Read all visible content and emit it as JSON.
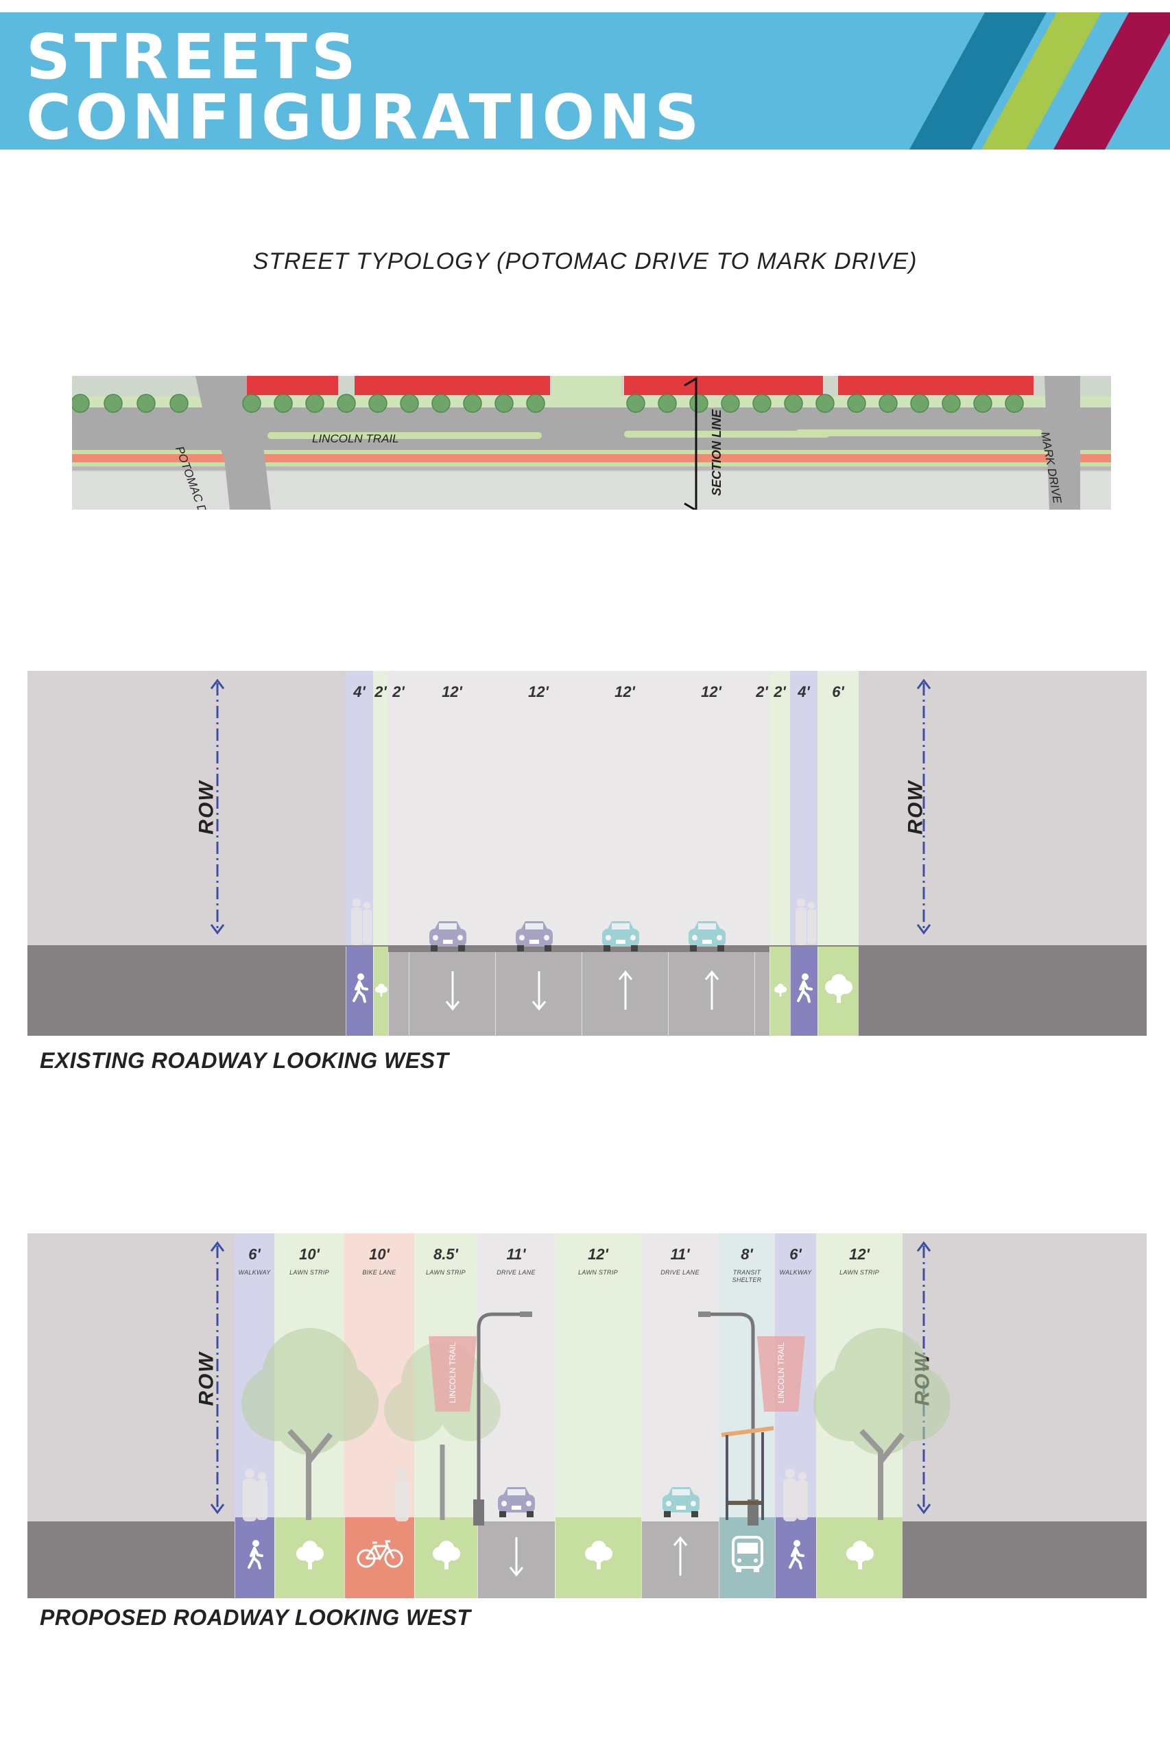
{
  "header": {
    "title_line1": "STREETS",
    "title_line2": "CONFIGURATIONS",
    "stripe_colors": [
      "#1a7fa3",
      "#a7c84a",
      "#a3114a"
    ]
  },
  "typology": {
    "title": "STREET TYPOLOGY (POTOMAC DRIVE TO MARK DRIVE)"
  },
  "plan": {
    "labels": {
      "lincoln_trail": "LINCOLN TRAIL",
      "potomac_drive": "POTOMAC DRIVE",
      "mark_drive": "MARK DRIVE",
      "section_line": "SECTION LINE"
    },
    "building_color": "#e23a3e",
    "tree_color": "#6fa56b"
  },
  "existing": {
    "row_label": "ROW",
    "caption": "EXISTING ROADWAY LOOKING WEST",
    "columns": [
      {
        "dim": "4'",
        "type": "walkway",
        "icon": "pedestrian-icon"
      },
      {
        "dim": "2'",
        "type": "lawn",
        "icon": "tree-icon"
      },
      {
        "dim": "2'",
        "type": "curb",
        "icon": ""
      },
      {
        "dim": "12'",
        "type": "drive",
        "icon": "arrow-down-icon"
      },
      {
        "dim": "12'",
        "type": "drive",
        "icon": "arrow-down-icon"
      },
      {
        "dim": "12'",
        "type": "drive",
        "icon": "arrow-up-icon"
      },
      {
        "dim": "12'",
        "type": "drive",
        "icon": "arrow-up-icon"
      },
      {
        "dim": "2'",
        "type": "curb",
        "icon": ""
      },
      {
        "dim": "2'",
        "type": "lawn",
        "icon": "tree-icon"
      },
      {
        "dim": "4'",
        "type": "walkway",
        "icon": "pedestrian-icon"
      },
      {
        "dim": "6'",
        "type": "lawn",
        "icon": "tree-icon"
      }
    ]
  },
  "proposed": {
    "row_label": "ROW",
    "caption": "PROPOSED ROADWAY LOOKING WEST",
    "sign_text": "LINCOLN TRAIL",
    "columns": [
      {
        "dim": "6'",
        "label": "WALKWAY",
        "type": "walkway",
        "icon": "pedestrian-icon"
      },
      {
        "dim": "10'",
        "label": "LAWN STRIP",
        "type": "lawn",
        "icon": "tree-icon"
      },
      {
        "dim": "10'",
        "label": "BIKE LANE",
        "type": "bike",
        "icon": "bicycle-icon"
      },
      {
        "dim": "8.5'",
        "label": "LAWN STRIP",
        "type": "lawn",
        "icon": "tree-icon"
      },
      {
        "dim": "11'",
        "label": "DRIVE LANE",
        "type": "drive",
        "icon": "arrow-down-icon"
      },
      {
        "dim": "12'",
        "label": "LAWN STRIP",
        "type": "lawn",
        "icon": "tree-icon"
      },
      {
        "dim": "11'",
        "label": "DRIVE LANE",
        "type": "drive",
        "icon": "arrow-up-icon"
      },
      {
        "dim": "8'",
        "label": "TRANSIT SHELTER",
        "type": "transit",
        "icon": "bus-icon"
      },
      {
        "dim": "6'",
        "label": "WALKWAY",
        "type": "walkway",
        "icon": "pedestrian-icon"
      },
      {
        "dim": "12'",
        "label": "LAWN STRIP",
        "type": "lawn",
        "icon": "tree-icon"
      }
    ]
  },
  "colors": {
    "header_bg": "#5bbade",
    "walkway_band": "#d4d4ea",
    "walkway_tile": "#8582bd",
    "lawn_band": "#e7f0dd",
    "lawn_tile": "#c6de9f",
    "bike_band": "#f6ddd6",
    "bike_tile": "#ea8e77",
    "drive_band": "#ebe8e9",
    "drive_tile": "#b3b1b2",
    "transit_band": "#dfeaea",
    "transit_tile": "#9cbfbf",
    "row_arrow": "#3c4fa3"
  }
}
